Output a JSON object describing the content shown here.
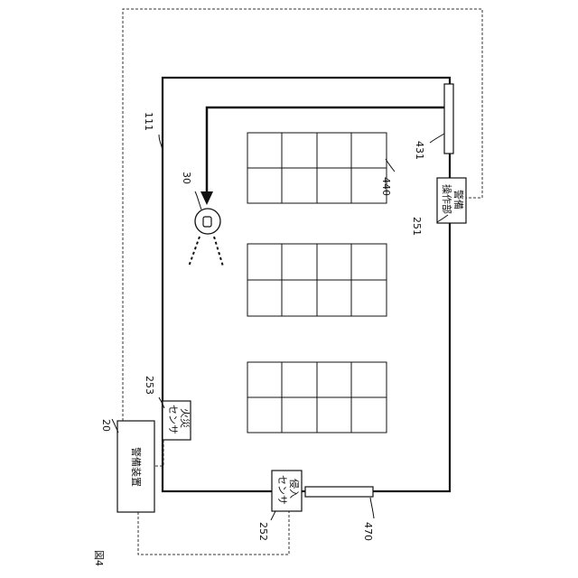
{
  "figure_label": "図4",
  "refs": {
    "wall": "111",
    "robot": "30",
    "security_device": "20",
    "operation_unit": "251",
    "intrusion_sensor": "252",
    "fire_sensor": "253",
    "shelves": "440",
    "door_upper": "431",
    "door_lower": "470"
  },
  "boxes": {
    "security_device": "警備装置",
    "operation_unit_line1": "警備",
    "operation_unit_line2": "操作部",
    "intrusion_sensor_line1": "侵入",
    "intrusion_sensor_line2": "センサ",
    "fire_sensor_line1": "火災",
    "fire_sensor_line2": "センサ"
  }
}
